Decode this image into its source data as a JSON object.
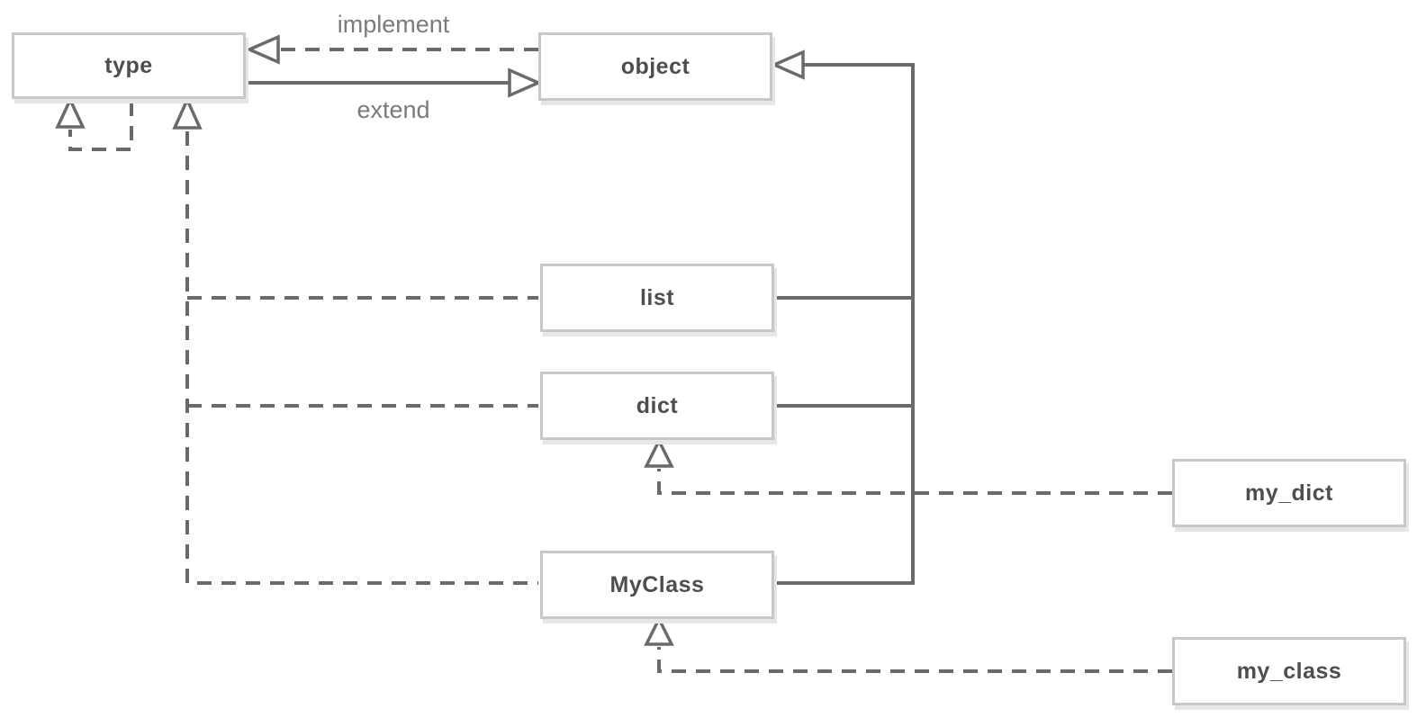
{
  "diagram": {
    "kind": "python-type-object-relationship",
    "background": "#ffffff"
  },
  "nodes": [
    {
      "id": "type",
      "label": "type"
    },
    {
      "id": "object",
      "label": "object"
    },
    {
      "id": "list",
      "label": "list"
    },
    {
      "id": "dict",
      "label": "dict"
    },
    {
      "id": "MyClass",
      "label": "MyClass"
    },
    {
      "id": "my_dict",
      "label": "my_dict"
    },
    {
      "id": "my_class",
      "label": "my_class"
    }
  ],
  "edge_labels": {
    "implement": "implement",
    "extend": "extend"
  },
  "relationships": [
    {
      "from": "object",
      "to": "type",
      "type": "implement",
      "style": "dashed"
    },
    {
      "from": "type",
      "to": "object",
      "type": "extend",
      "style": "solid"
    },
    {
      "from": "type",
      "to": "type",
      "type": "implement",
      "style": "dashed"
    },
    {
      "from": "list",
      "to": "type",
      "type": "implement",
      "style": "dashed"
    },
    {
      "from": "dict",
      "to": "type",
      "type": "implement",
      "style": "dashed"
    },
    {
      "from": "MyClass",
      "to": "type",
      "type": "implement",
      "style": "dashed"
    },
    {
      "from": "list",
      "to": "object",
      "type": "extend",
      "style": "solid"
    },
    {
      "from": "dict",
      "to": "object",
      "type": "extend",
      "style": "solid"
    },
    {
      "from": "MyClass",
      "to": "object",
      "type": "extend",
      "style": "solid"
    },
    {
      "from": "my_dict",
      "to": "dict",
      "type": "implement",
      "style": "dashed"
    },
    {
      "from": "my_class",
      "to": "MyClass",
      "type": "implement",
      "style": "dashed"
    }
  ],
  "colors": {
    "line": "#6a6a6a",
    "box_border": "#c6c9cb",
    "box_shadow": "#e4e6e8",
    "box_text": "#4e4e4e",
    "edge_label_text": "#7b7b7b",
    "background": "#ffffff"
  }
}
